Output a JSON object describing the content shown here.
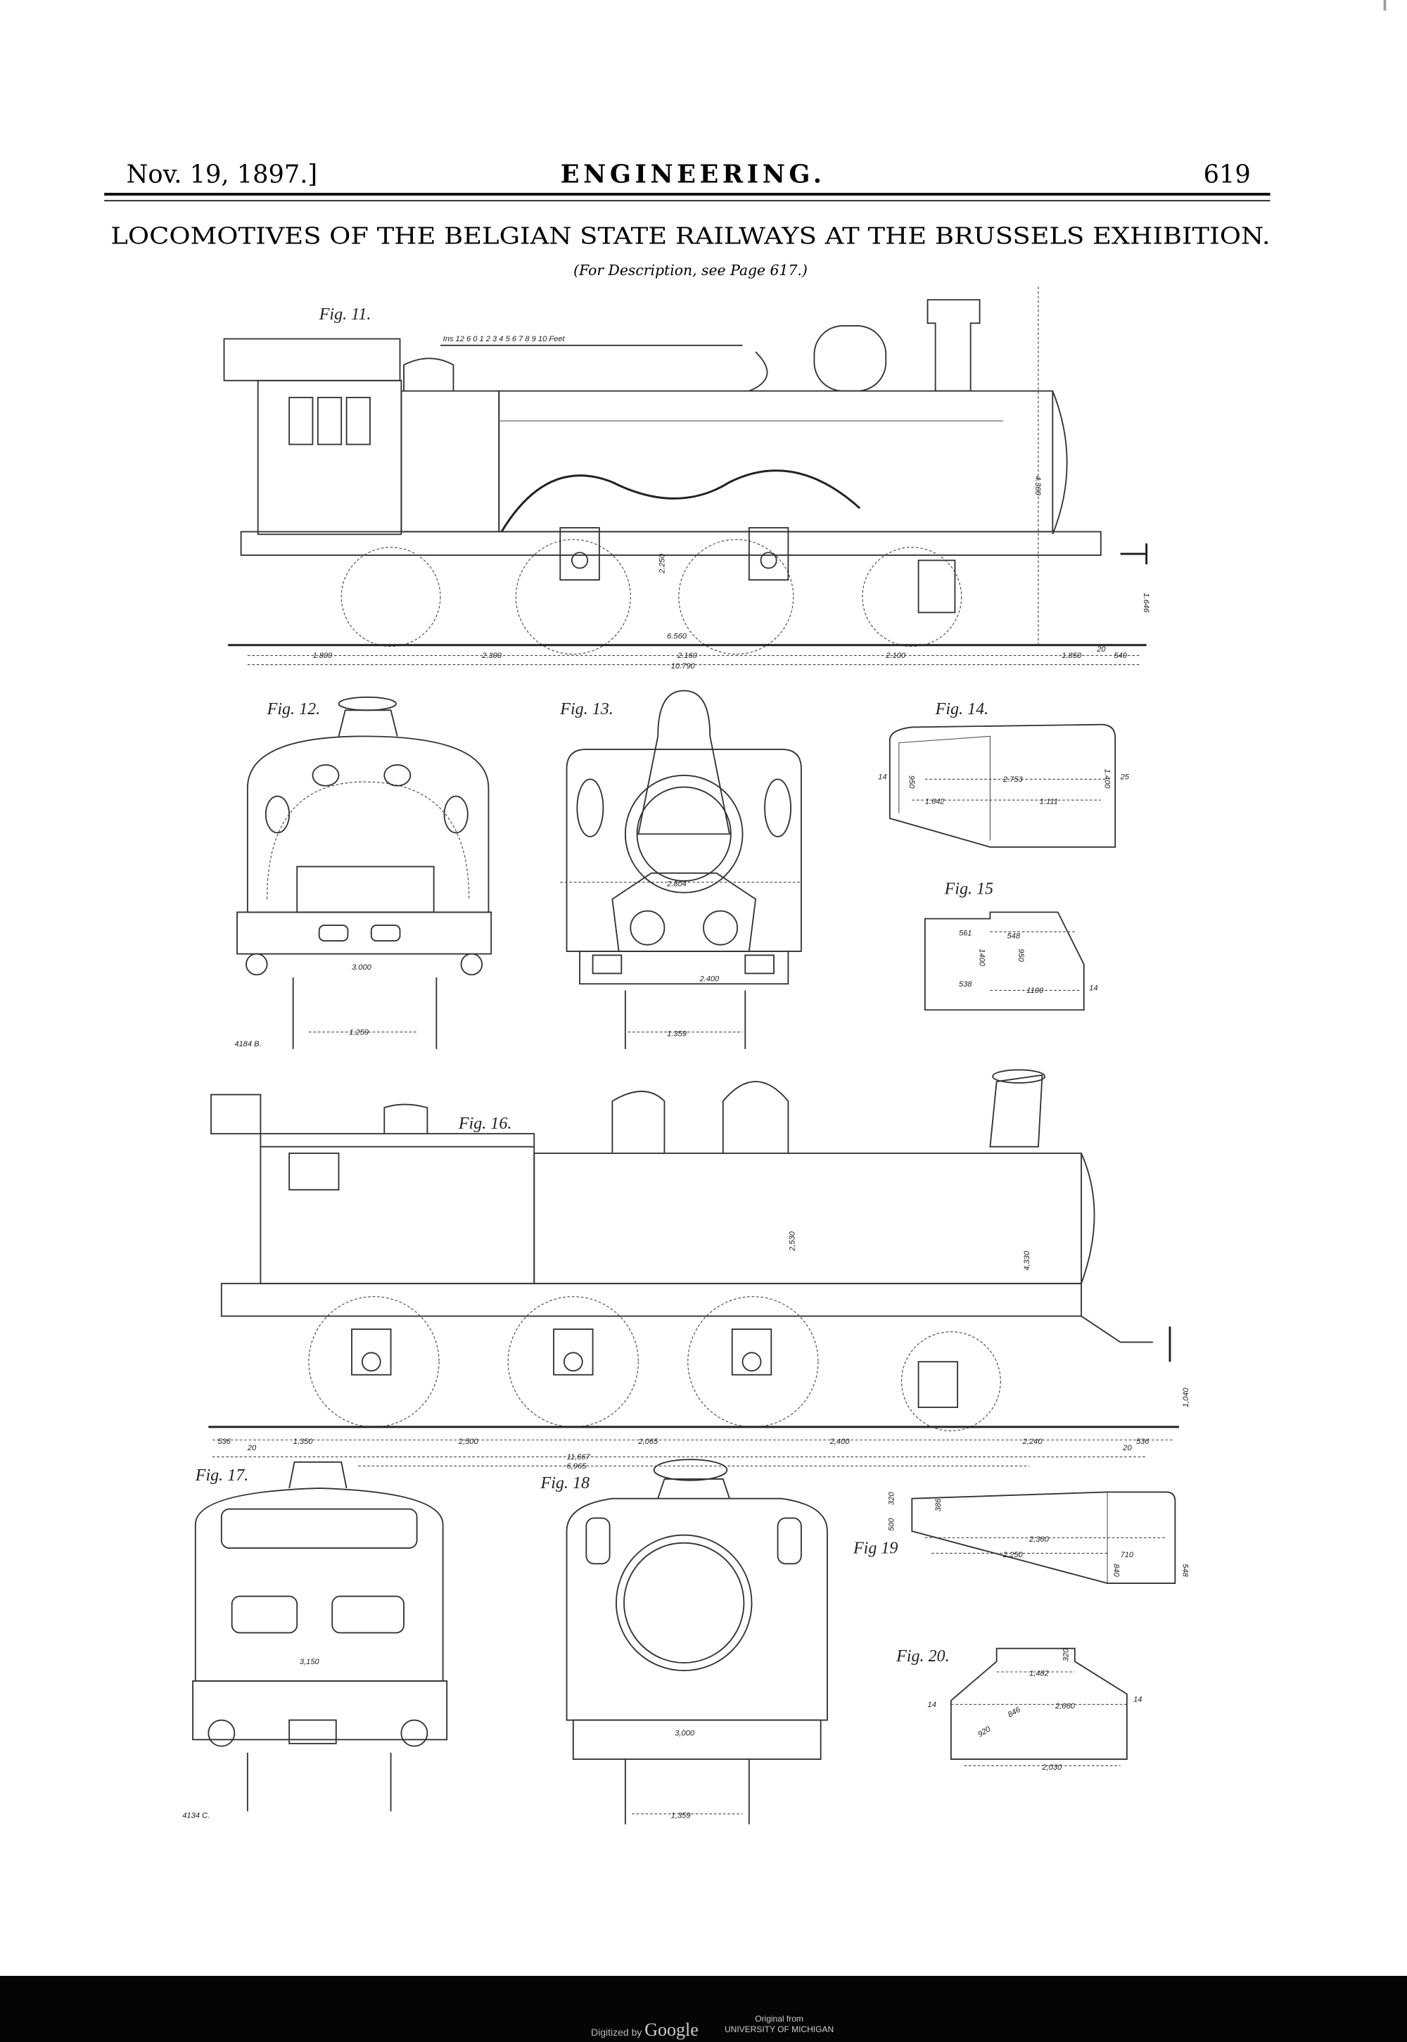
{
  "header": {
    "date": "Nov. 19, 1897.]",
    "journal": "ENGINEERING.",
    "page_number": "619"
  },
  "title": "LOCOMOTIVES OF THE BELGIAN STATE RAILWAYS AT THE BRUSSELS EXHIBITION.",
  "subtitle": "(For Description, see Page 617.)",
  "figures": {
    "fig11": {
      "label": "Fig. 11.",
      "scale": "Ins 12 6 0 1 2 3 4 5 6 7 8 9 10 Feet",
      "dims": [
        "1.800",
        "2.300",
        "2.160",
        "2.100",
        "1.850",
        "20",
        "540",
        "10.790",
        "6.560",
        "2.250",
        "4.300",
        "1.646"
      ]
    },
    "fig12": {
      "label": "Fig. 12.",
      "dims": [
        "1.259",
        "3.000"
      ],
      "ref": "4184 B."
    },
    "fig13": {
      "label": "Fig. 13.",
      "dims": [
        "2.804",
        "2.400",
        "1.359"
      ]
    },
    "fig14": {
      "label": "Fig. 14.",
      "dims": [
        "2.753",
        "1.642",
        "1.111",
        "1.400",
        "950",
        "25",
        "14"
      ]
    },
    "fig15": {
      "label": "Fig. 15",
      "dims": [
        "561",
        "548",
        "1400",
        "950",
        "538",
        "1100",
        "14"
      ]
    },
    "fig16": {
      "label": "Fig. 16.",
      "dims": [
        "536",
        "20",
        "1,350",
        "2,500",
        "2,065",
        "2,400",
        "2,240",
        "20",
        "536",
        "11,667",
        "6,965",
        "2,530",
        "4,330",
        "1,040"
      ]
    },
    "fig17": {
      "label": "Fig. 17.",
      "dims": [
        "3,150"
      ],
      "ref": "4134 C."
    },
    "fig18": {
      "label": "Fig. 18",
      "dims": [
        "3,000",
        "1,359"
      ]
    },
    "fig19": {
      "label": "Fig 19",
      "dims": [
        "2,360",
        "2,250",
        "710",
        "840",
        "548",
        "500",
        "320",
        "386"
      ]
    },
    "fig20": {
      "label": "Fig. 20.",
      "dims": [
        "1,482",
        "2,660",
        "846",
        "920",
        "2,030",
        "320",
        "14",
        "14"
      ]
    }
  },
  "footer": {
    "digitized": "Digitized by",
    "google": "Google",
    "original_line1": "Original from",
    "original_line2": "UNIVERSITY OF MICHIGAN"
  }
}
